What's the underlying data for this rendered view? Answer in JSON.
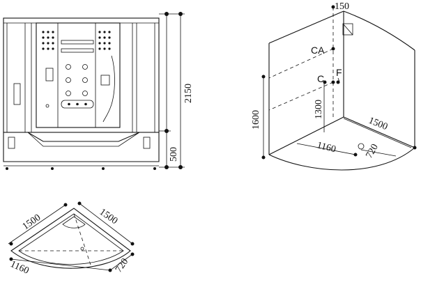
{
  "front_view": {
    "height_total": "2150",
    "height_base": "500"
  },
  "perspective_view": {
    "offset_top": "150",
    "label_ca": "CA",
    "label_c": "C",
    "label_f": "F",
    "height_left": "1600",
    "height_inner": "1300",
    "width_long": "1500",
    "width_short_1": "1160",
    "width_short_2": "720"
  },
  "plan_view": {
    "side_left": "1500",
    "side_right": "1500",
    "front_left": "1160",
    "front_right": "720"
  }
}
